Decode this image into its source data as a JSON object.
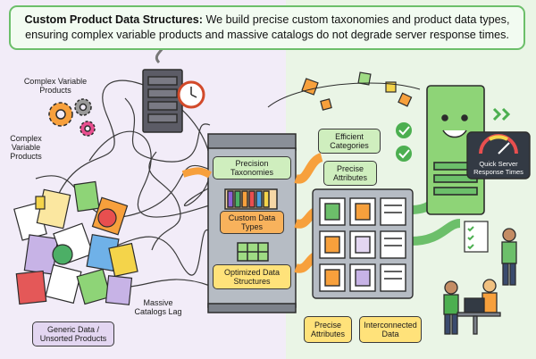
{
  "header": {
    "bold": "Custom Product Data Structures:",
    "line1": "We build precise custom taxonomies and product data types,",
    "line2": "ensuring complex variable products and massive catalogs do not degrade server response times."
  },
  "labels": {
    "complex_variable_1": "Complex Variable Products",
    "complex_variable_2": "Complex Variable Products",
    "generic_data": "Generic Data / Unsorted Products",
    "massive_catalogs": "Massive Catalogs Lag",
    "precision_taxonomies": "Precision Taxonomies",
    "custom_data_types": "Custom Data Types",
    "optimized_structures": "Optimized Data Structures",
    "efficient_categories": "Efficient Categories",
    "precise_attributes_top": "Precise Attributes",
    "precise_attributes_bottom": "Precise Attributes",
    "interconnected_data": "Interconnected Data",
    "quick_server": "Quick Server Response Times"
  },
  "colors": {
    "accent_green": "#6cbf6a",
    "server_green": "#8ed477",
    "orange": "#f8b25c",
    "purple_bg": "#f2ecf8",
    "green_bg": "#eaf5e6"
  }
}
